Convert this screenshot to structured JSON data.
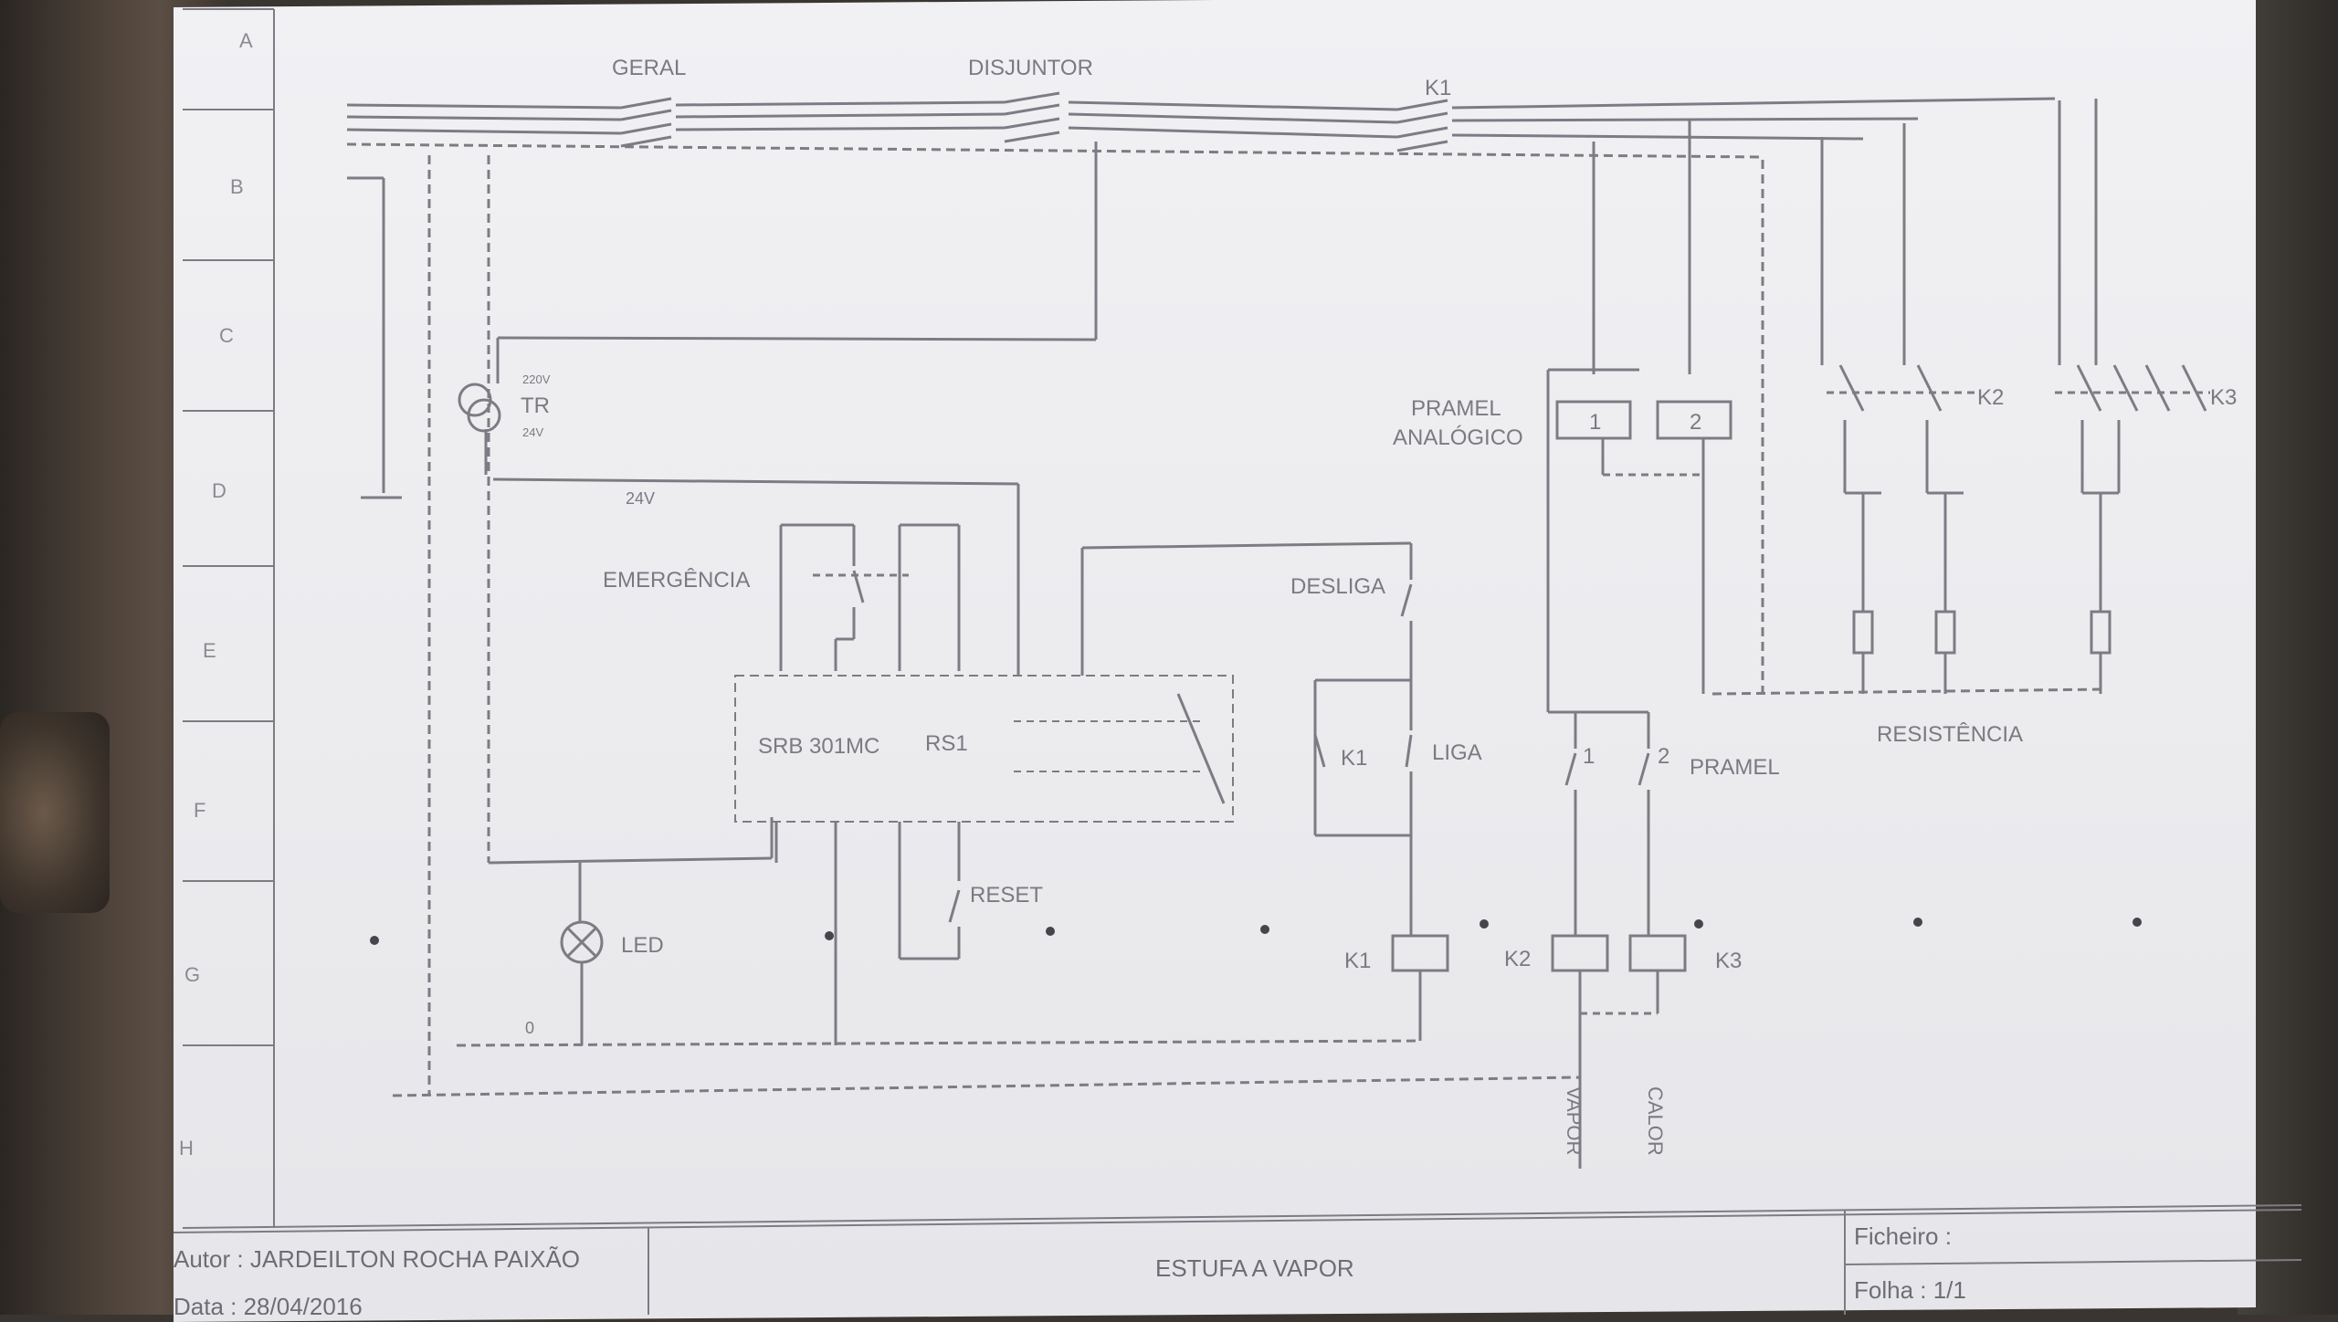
{
  "zones": [
    "A",
    "B",
    "C",
    "D",
    "E",
    "F",
    "G",
    "H"
  ],
  "labels": {
    "geral": "GERAL",
    "disjuntor": "DISJUNTOR",
    "k1_top": "K1",
    "tr": "TR",
    "tr_primary": "220V",
    "tr_secondary": "24V",
    "supply_24v": "24V",
    "pramel_analogico_1": "PRAMEL",
    "pramel_analogico_2": "ANALÓGICO",
    "pramel_ch1": "1",
    "pramel_ch2": "2",
    "k2": "K2",
    "k3": "K3",
    "emergencia": "EMERGÊNCIA",
    "desliga": "DESLIGA",
    "srb": "SRB 301MC",
    "rs1": "RS1",
    "k1_aux": "K1",
    "liga": "LIGA",
    "pramel_contact_1": "1",
    "pramel_contact_2": "2",
    "pramel": "PRAMEL",
    "resistencia": "RESISTÊNCIA",
    "reset": "RESET",
    "led": "LED",
    "zero": "0",
    "coil_k1": "K1",
    "coil_k2": "K2",
    "coil_k3": "K3",
    "vapor": "VAPOR",
    "calor": "CALOR"
  },
  "title_block": {
    "autor": "Autor : JARDEILTON ROCHA PAIXÃO",
    "data": "Data : 28/04/2016",
    "titulo": "ESTUFA A VAPOR",
    "ficheiro": "Ficheiro :",
    "folha": "Folha : 1/1"
  }
}
